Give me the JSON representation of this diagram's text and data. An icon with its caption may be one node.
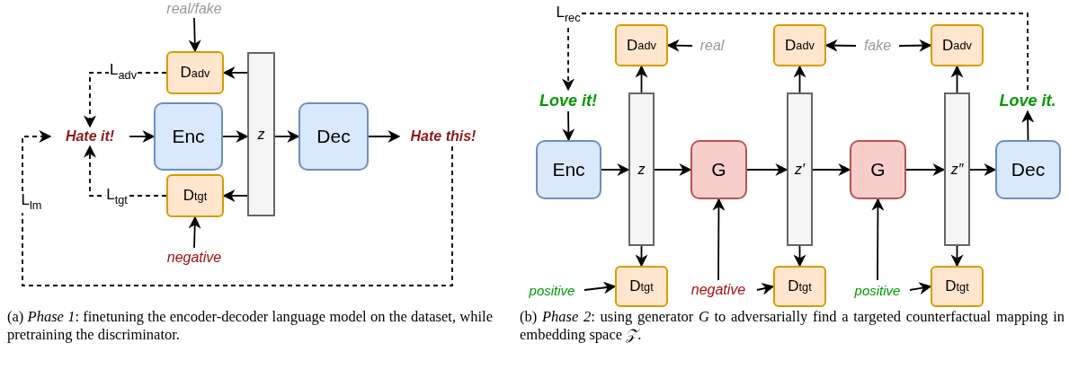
{
  "diagram": {
    "nodes": [
      {
        "text": [
          "real/fake"
        ]
      },
      {
        "text": [
          "D$_{adv}$"
        ]
      },
      {
        "text": [
          "Hate it!"
        ]
      },
      {
        "text": [
          "Enc"
        ]
      },
      {
        "text": [
          "z"
        ]
      },
      {
        "text": [
          "Dec"
        ]
      },
      {
        "text": [
          "Hate this!"
        ]
      },
      {
        "text": [
          "D$_{tgt}$"
        ]
      },
      {
        "text": [
          "negative"
        ]
      },
      {
        "text": [
          "D$_{adv}$"
        ]
      },
      {
        "text": [
          "real"
        ]
      },
      {
        "text": [
          "D$_{adv}$"
        ]
      },
      {
        "text": [
          "fake"
        ]
      },
      {
        "text": [
          "D$_{adv}$"
        ]
      },
      {
        "text": [
          "Love it!"
        ]
      },
      {
        "text": [
          "Love it."
        ]
      },
      {
        "text": [
          "Enc"
        ]
      },
      {
        "text": [
          "z"
        ]
      },
      {
        "text": [
          "G"
        ]
      },
      {
        "text": [
          "z′"
        ]
      },
      {
        "text": [
          "G"
        ]
      },
      {
        "text": [
          "z″"
        ]
      },
      {
        "text": [
          "Dec"
        ]
      },
      {
        "text": [
          "positive"
        ]
      },
      {
        "text": [
          "D$_{tgt}$"
        ]
      },
      {
        "text": [
          "negative"
        ]
      },
      {
        "text": [
          "D$_{tgt}$"
        ]
      },
      {
        "text": [
          "positive"
        ]
      },
      {
        "text": [
          "D$_{tgt}$"
        ]
      }
    ],
    "edges": [
      {
        "from": 0,
        "to": 1,
        "arrow": "to"
      },
      {
        "from": 4,
        "to": 1,
        "arrow": "to"
      },
      {
        "from": 1,
        "to": 2,
        "arrow": "to",
        "style": "dashed",
        "label": "L$_{adv}$"
      },
      {
        "from": 2,
        "to": 3,
        "arrow": "to"
      },
      {
        "from": 3,
        "to": 4,
        "arrow": "to"
      },
      {
        "from": 4,
        "to": 5,
        "arrow": "to"
      },
      {
        "from": 5,
        "to": 6,
        "arrow": "to"
      },
      {
        "from": 4,
        "to": 7,
        "arrow": "to"
      },
      {
        "from": 7,
        "to": 2,
        "arrow": "to",
        "style": "dashed",
        "label": "L$_{tgt}$"
      },
      {
        "from": 8,
        "to": 7,
        "arrow": "to"
      },
      {
        "from": 6,
        "to": 2,
        "arrow": "to",
        "style": "dashed",
        "label": "L$_{lm}$"
      },
      {
        "from": 10,
        "to": 9,
        "arrow": "to"
      },
      {
        "from": 12,
        "to": 11,
        "arrow": "to"
      },
      {
        "from": 12,
        "to": 13,
        "arrow": "to"
      },
      {
        "from": 17,
        "to": 9,
        "arrow": "to"
      },
      {
        "from": 19,
        "to": 11,
        "arrow": "to"
      },
      {
        "from": 21,
        "to": 13,
        "arrow": "to"
      },
      {
        "from": 14,
        "to": 16,
        "arrow": "to"
      },
      {
        "from": 16,
        "to": 17,
        "arrow": "to"
      },
      {
        "from": 17,
        "to": 18,
        "arrow": "to"
      },
      {
        "from": 18,
        "to": 19,
        "arrow": "to"
      },
      {
        "from": 19,
        "to": 20,
        "arrow": "to"
      },
      {
        "from": 20,
        "to": 21,
        "arrow": "to"
      },
      {
        "from": 21,
        "to": 22,
        "arrow": "to"
      },
      {
        "from": 22,
        "to": 15,
        "arrow": "to"
      },
      {
        "from": 15,
        "to": 14,
        "arrow": "to",
        "style": "dashed",
        "label": "L$_{rec}$"
      },
      {
        "from": 17,
        "to": 24,
        "arrow": "to"
      },
      {
        "from": 19,
        "to": 26,
        "arrow": "to"
      },
      {
        "from": 21,
        "to": 28,
        "arrow": "to"
      },
      {
        "from": 23,
        "to": 24,
        "arrow": "to"
      },
      {
        "from": 25,
        "to": 26,
        "arrow": "to"
      },
      {
        "from": 27,
        "to": 28,
        "arrow": "to"
      },
      {
        "from": 25,
        "to": 18,
        "arrow": "to"
      },
      {
        "from": 27,
        "to": 20,
        "arrow": "to"
      }
    ],
    "labels": [
      "(a) *Phase 1*: finetuning the encoder-decoder language model on the dataset, while pretraining the discriminator.",
      "(b) *Phase 2*: using generator *G* to adversarially find a targeted counterfactual mapping in embedding space *𝒵*."
    ]
  }
}
